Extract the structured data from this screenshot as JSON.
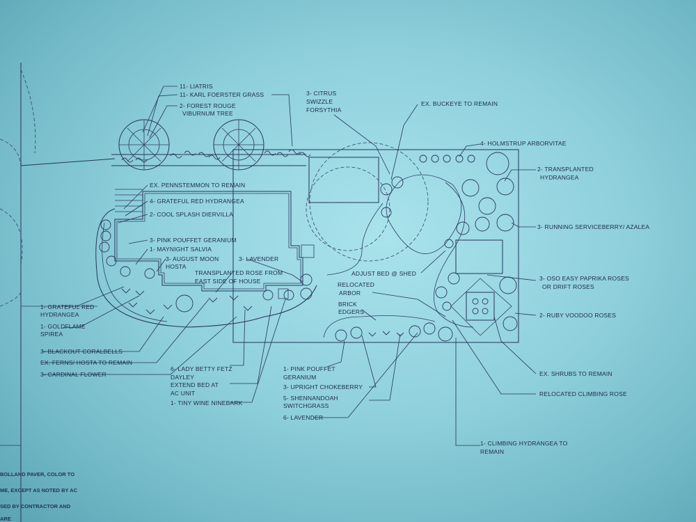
{
  "labels": {
    "liatris": "11- LIATRIS",
    "karl": "11- KARL FOERSTER GRASS",
    "viburnum1": "2- FOREST ROUGE",
    "viburnum2": "VIBURNUM TREE",
    "citrus1": "3- CITRUS",
    "citrus2": "SWIZZLE",
    "citrus3": "FORSYTHIA",
    "buckeye": "EX. BUCKEYE TO REMAIN",
    "holmstrup": "4- HOLMSTRUP ARBORVITAE",
    "transHyd1": "2- TRANSPLANTED",
    "transHyd2": "HYDRANGEA",
    "serviceberry": "3- RUNNING SERVICEBERRY/ AZALEA",
    "penstemmon": "EX. PENNSTEMMON TO REMAIN",
    "gratefulRed": "4- GRATEFUL RED  HYDRANGEA",
    "coolSplash": "2- COOL SPLASH DIERVILLA",
    "pinkPouffet": "3- PINK POUFFET GERANIUM",
    "maynight": "1- MAYNIGHT SALVIA",
    "augustMoon1": "3- AUGUST MOON",
    "augustMoon2": "HOSTA",
    "lavender3": "3- LAVENDER",
    "transRose1": "TRANSPLANTED ROSE FROM",
    "transRose2": "EAST SIDE OF HOUSE",
    "adjustBed": "ADJUST BED @ SHED",
    "oso1": "3- OSO EASY PAPRIKA ROSES",
    "oso2": "OR DRIFT ROSES",
    "relocatedArbor1": "RELOCATED",
    "relocatedArbor2": "ARBOR",
    "brick1": "BRICK",
    "brick2": "EDGERS",
    "rubyVoodoo": "2- RUBY VOODOO ROSES",
    "grateful1a": "1- GRATEFUL RED",
    "grateful1b": "HYDRANGEA",
    "goldflame1": "1- GOLDFLAME",
    "goldflame2": "SPIREA",
    "coralbells": "3- BLACKOUT CORALBELLS",
    "fernsHosta": "EX. FERNS/ HOSTA TO REMAIN",
    "cardinal": "3- CARDINAL FLOWER",
    "ladyBetty1": "6- LADY BETTY FETZ",
    "ladyBetty2": "DAYLEY",
    "extendBed1": "EXTEND BED AT",
    "extendBed2": "AC UNIT",
    "tinyWine": "1- TINY WINE NINEBARK",
    "pinkPouffet1a": "1- PINK POUFFET",
    "pinkPouffet1b": "GERANIUM",
    "chokeberry": "3- UPRIGHT CHOKEBERRY",
    "shenandoah1": "5- SHENNANDOAH",
    "shenandoah2": "SWITCHGRASS",
    "lavender6": "6- LAVENDER",
    "exShrubs": "EX. SHRUBS TO REMAIN",
    "relocatedClimbing": "RELOCATED CLIMBING ROSE",
    "climbingHyd1": "1- CLIMBING HYDRANGEA TO",
    "climbingHyd2": "REMAIN"
  },
  "notes": [
    "BOLLAND PAVER, COLOR TO",
    "ME, EXCEPT AS NOTED BY AC",
    "SED BY CONTRACTOR AND",
    "ARE"
  ]
}
